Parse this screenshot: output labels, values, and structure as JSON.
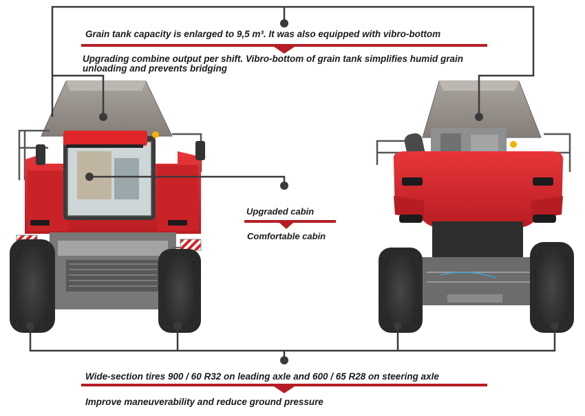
{
  "callouts": {
    "grain_tank": {
      "feature": "Grain tank capacity is enlarged to 9,5 m³. It was also equipped with vibro-bottom",
      "benefit": "Upgrading combine output per shift. Vibro-bottom of grain tank simplifies humid grain unloading and prevents bridging"
    },
    "cabin": {
      "feature": "Upgraded cabin",
      "benefit": "Comfortable cabin"
    },
    "tires": {
      "feature": "Wide-section tires 900 / 60 R32 on leading axle and 600 / 65 R28 on steering axle",
      "benefit": "Improve maneuverability and reduce ground pressure"
    }
  },
  "colors": {
    "accent_bar": "#b51e24",
    "combine_red": "#d8282b",
    "leader_line": "#3a3a3a"
  }
}
